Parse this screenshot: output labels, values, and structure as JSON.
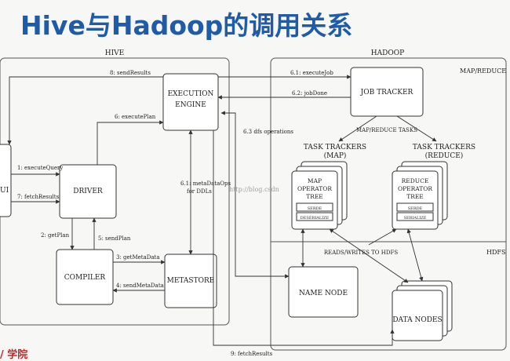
{
  "title": "Hive与Hadoop的调用关系",
  "regions": {
    "hive": "HIVE",
    "hadoop": "HADOOP",
    "map_reduce": "MAP/REDUCE",
    "hdfs": "HDFS"
  },
  "components": {
    "ui": "UI",
    "driver": "DRIVER",
    "compiler": "COMPILER",
    "metastore": "METASTORE",
    "execution_engine_1": "EXECUTION",
    "execution_engine_2": "ENGINE",
    "job_tracker": "JOB TRACKER",
    "task_trackers_map_1": "TASK TRACKERS",
    "task_trackers_map_2": "(MAP)",
    "task_trackers_reduce_1": "TASK TRACKERS",
    "task_trackers_reduce_2": "(REDUCE)",
    "map_tree_1": "MAP",
    "map_tree_2": "OPERATOR",
    "map_tree_3": "TREE",
    "map_serde": "SERDE",
    "map_deserialize": "DESERIALIZE",
    "reduce_tree_1": "REDUCE",
    "reduce_tree_2": "OPERATOR",
    "reduce_tree_3": "TREE",
    "reduce_serde": "SERDE",
    "reduce_serialize": "SERIALIZE",
    "name_node": "NAME NODE",
    "data_nodes": "DATA NODES"
  },
  "flows": {
    "execute_query": "1: executeQuery",
    "get_plan": "2: getPlan",
    "get_meta_data": "3: getMetaData",
    "send_meta_data": "4: sendMetaData",
    "send_plan": "5: sendPlan",
    "execute_plan": "6: executePlan",
    "meta_data_ops_1": "6.1: metaDataOps",
    "meta_data_ops_2": "for DDLs",
    "execute_job": "6.1: executeJob",
    "job_done": "6.2: jobDone",
    "dfs_operations": "6.3 dfs operations",
    "fetch_results_7": "7: fetchResults",
    "send_results": "8: sendResults",
    "fetch_results_9": "9: fetchResults",
    "map_reduce_tasks": "MAP/REDUCE TASKS",
    "reads_writes": "READS/WRITES TO HDFS"
  },
  "watermark": "http://blog.csdn",
  "bottom_text": "/ 学院"
}
